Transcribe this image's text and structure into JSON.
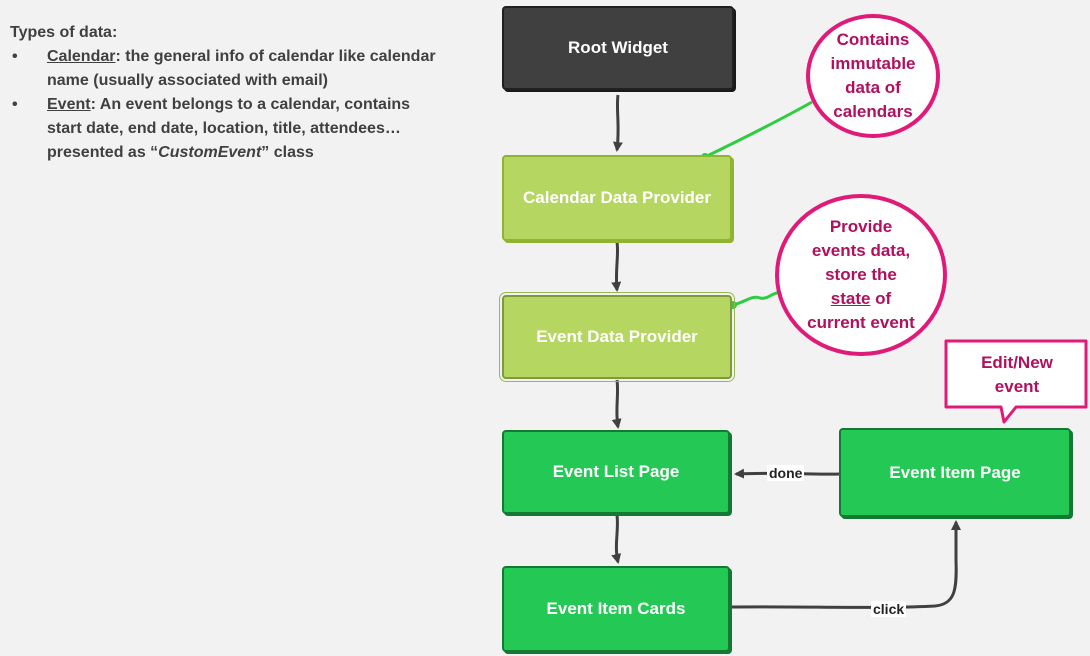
{
  "notes": {
    "heading": "Types of data:",
    "bullet": "•",
    "items": [
      {
        "term": "Calendar",
        "text": ": the general info of calendar like calendar name (usually associated with email)"
      },
      {
        "term": "Event",
        "text_before": ": An event belongs to a calendar, contains start date, end date, location, title, attendees… presented as “",
        "italic": "CustomEvent",
        "text_after": "” class"
      }
    ]
  },
  "nodes": {
    "root": "Root Widget",
    "calendar_provider": "Calendar Data Provider",
    "event_provider": "Event Data Provider",
    "event_list": "Event List Page",
    "event_cards": "Event Item Cards",
    "event_item_page": "Event Item Page"
  },
  "annotations": {
    "calendars_bubble": [
      "Contains",
      "immutable",
      "data of",
      "calendars"
    ],
    "events_bubble": {
      "line1": "Provide",
      "line2": "events data,",
      "line3": "store the",
      "line4_underlined": "state",
      "line4_rest": " of",
      "line5": "current event"
    },
    "edit_callout": [
      "Edit/New",
      "event"
    ]
  },
  "edges": {
    "done": "done",
    "click": "click"
  },
  "colors": {
    "dark_node": "#404040",
    "lime_node": "#b5d660",
    "green_node": "#24c955",
    "annotation": "#e01a78",
    "connector": "#2ecc40",
    "arrow": "#404040"
  }
}
